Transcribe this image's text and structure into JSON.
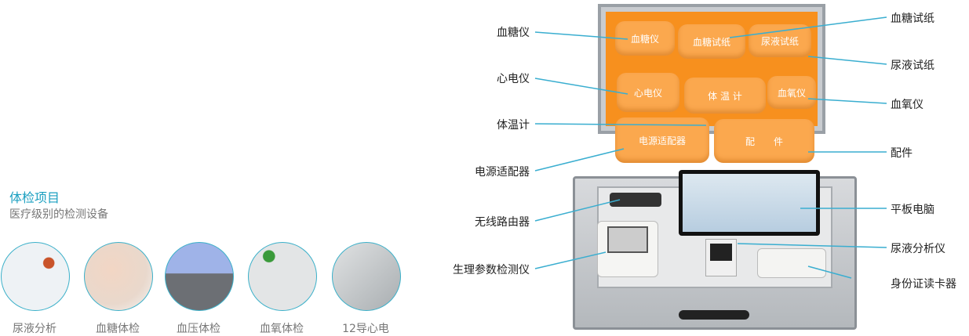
{
  "section": {
    "title": "体检项目",
    "subtitle": "医疗级别的检测设备"
  },
  "items": [
    {
      "label": "尿液分析",
      "color": "#e9eef2"
    },
    {
      "label": "血糖体检",
      "color": "#f2e2d6"
    },
    {
      "label": "血压体检",
      "color": "#9fb3e8"
    },
    {
      "label": "血氧体检",
      "color": "#e3e5e6"
    },
    {
      "label": "12导心电",
      "color": "#d2d5d6"
    }
  ],
  "left_labels": [
    "血糖仪",
    "心电仪",
    "体温计",
    "电源适配器",
    "无线路由器",
    "生理参数检测仪"
  ],
  "right_labels": [
    "血糖试纸",
    "尿液试纸",
    "血氧仪",
    "配件",
    "平板电脑",
    "尿液分析仪",
    "身份证读卡器"
  ],
  "pouches": [
    "血糖仪",
    "血糖试纸",
    "尿液试纸",
    "心电仪",
    "体 温 计",
    "血氧仪",
    "电源适配器",
    "配　　件"
  ],
  "colors": {
    "accent": "#1a9fc0",
    "line": "#3aaed0",
    "orange": "#f7901e"
  }
}
